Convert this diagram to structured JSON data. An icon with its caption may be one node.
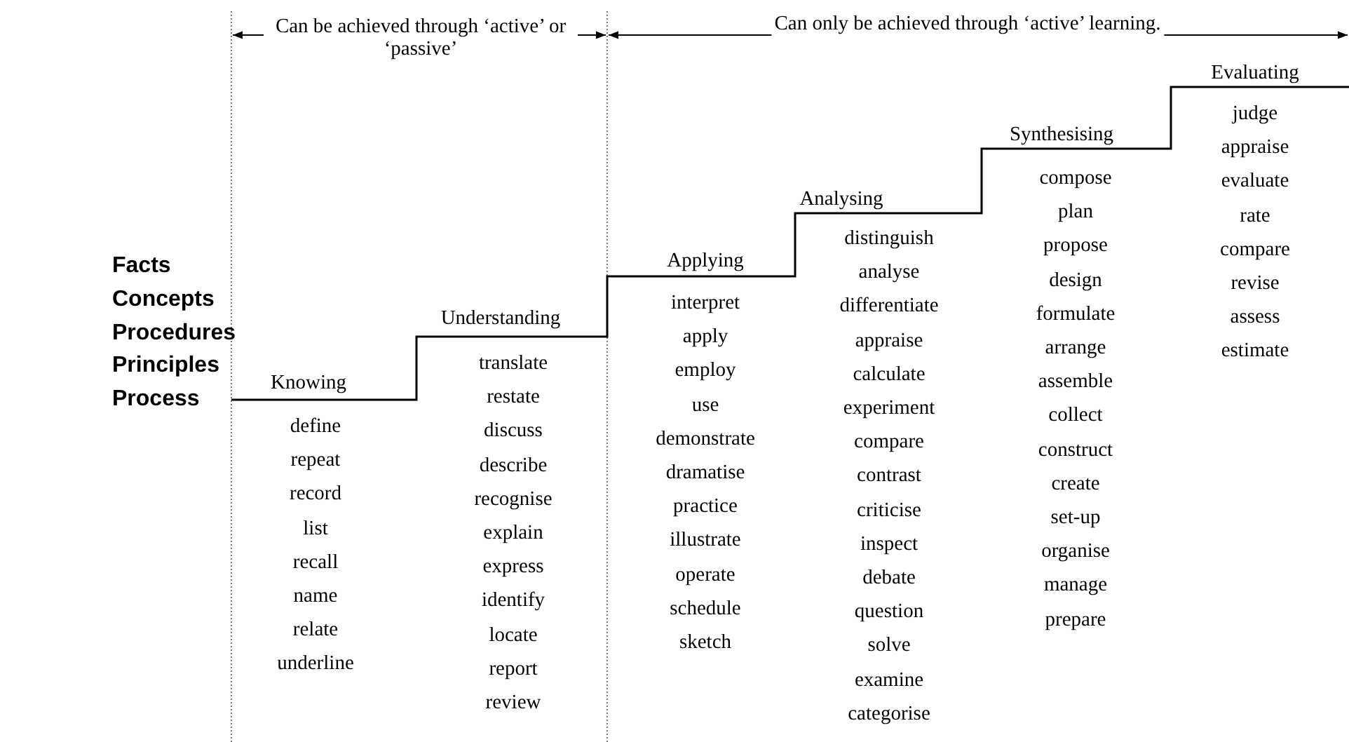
{
  "diagram": {
    "labels": [
      "Can be achieved through ‘active’ or ‘passive’",
      "Can only be achieved through ‘active’ learning.",
      "Facts",
      "Concepts",
      "Procedures",
      "Principles",
      "Process",
      "Knowing",
      "define",
      "repeat",
      "record",
      "list",
      "recall",
      "name",
      "relate",
      "underline",
      "Understanding",
      "translate",
      "restate",
      "discuss",
      "describe",
      "recognise",
      "explain",
      "express",
      "identify",
      "locate",
      "report",
      "review",
      "Applying",
      "interpret",
      "apply",
      "employ",
      "use",
      "demonstrate",
      "dramatise",
      "practice",
      "illustrate",
      "operate",
      "schedule",
      "sketch",
      "Analysing",
      "distinguish",
      "analyse",
      "differentiate",
      "appraise",
      "calculate",
      "experiment",
      "compare",
      "contrast",
      "criticise",
      "inspect",
      "debate",
      "question",
      "solve",
      "examine",
      "categorise",
      "Synthesising",
      "compose",
      "plan",
      "propose",
      "design",
      "formulate",
      "arrange",
      "assemble",
      "collect",
      "construct",
      "create",
      "set-up",
      "organise",
      "manage",
      "prepare",
      "Evaluating",
      "judge",
      "appraise",
      "evaluate",
      "rate",
      "compare",
      "revise",
      "assess",
      "estimate"
    ]
  }
}
